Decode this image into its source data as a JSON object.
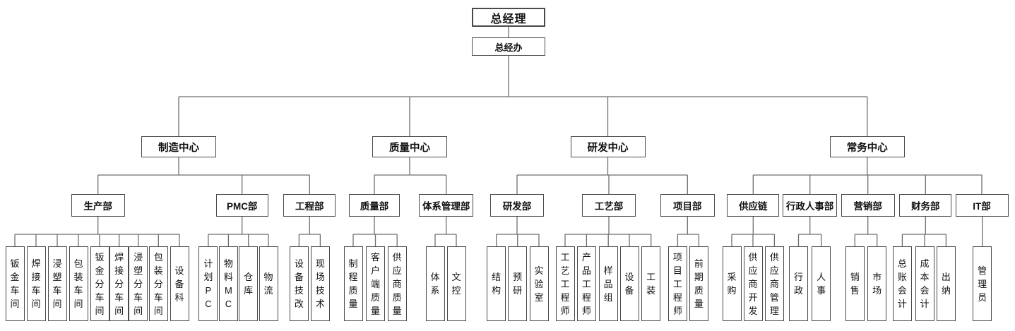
{
  "tree": {
    "root": "总经理",
    "office": "总经办",
    "centers": [
      {
        "label": "制造中心",
        "departments": [
          {
            "label": "生产部",
            "leaves": [
              "钣金车间",
              "焊接车间",
              "浸塑车间",
              "包装车间",
              "钣金分车间",
              "焊接分车间",
              "浸塑分车间",
              "包装分车间",
              "设备科"
            ]
          },
          {
            "label": "PMC部",
            "leaves": [
              "计划PC",
              "物料MC",
              "仓库",
              "物流"
            ]
          },
          {
            "label": "工程部",
            "leaves": [
              "设备技改",
              "现场技术"
            ]
          }
        ]
      },
      {
        "label": "质量中心",
        "departments": [
          {
            "label": "质量部",
            "leaves": [
              "制程质量",
              "客户端质量",
              "供应商质量"
            ]
          },
          {
            "label": "体系管理部",
            "leaves": [
              "体系",
              "文控"
            ]
          }
        ]
      },
      {
        "label": "研发中心",
        "departments": [
          {
            "label": "研发部",
            "leaves": [
              "结构",
              "预研",
              "实验室"
            ]
          },
          {
            "label": "工艺部",
            "leaves": [
              "工艺工程师",
              "产品工程师",
              "样品组",
              "设备",
              "工装"
            ]
          },
          {
            "label": "项目部",
            "leaves": [
              "项目工程师",
              "前期质量"
            ]
          }
        ]
      },
      {
        "label": "常务中心",
        "departments": [
          {
            "label": "供应链",
            "leaves": [
              "采购",
              "供应商开发",
              "供应商管理"
            ]
          },
          {
            "label": "行政人事部",
            "leaves": [
              "行政",
              "人事"
            ]
          },
          {
            "label": "营销部",
            "leaves": [
              "销售",
              "市场"
            ]
          },
          {
            "label": "财务部",
            "leaves": [
              "总账会计",
              "成本会计",
              "出纳"
            ]
          },
          {
            "label": "IT部",
            "leaves": [
              "管理员"
            ]
          }
        ]
      }
    ]
  },
  "colors": {
    "line": "#6e6e6e",
    "border": "#4a4a4a",
    "text": "#111111",
    "background": "#ffffff"
  }
}
